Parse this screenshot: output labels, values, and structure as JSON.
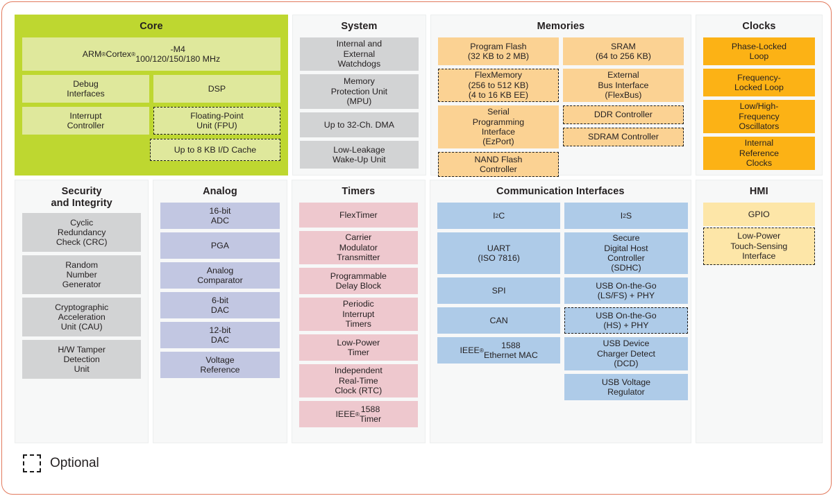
{
  "diagram": {
    "legend": {
      "swatch_name": "dashed-square-swatch",
      "label": "Optional"
    },
    "sections": {
      "core": {
        "title": "Core",
        "cpu": "ARM® Cortex®-M4\n100/120/150/180 MHz",
        "blocks": [
          {
            "label": "Debug\nInterfaces",
            "optional": false
          },
          {
            "label": "DSP",
            "optional": false
          },
          {
            "label": "Interrupt\nController",
            "optional": false
          },
          {
            "label": "Floating-Point\nUnit (FPU)",
            "optional": true
          },
          {
            "label": "Up to 8 KB I/D Cache",
            "optional": true
          }
        ]
      },
      "system": {
        "title": "System",
        "blocks": [
          {
            "label": "Internal and\nExternal\nWatchdogs",
            "optional": false
          },
          {
            "label": "Memory\nProtection Unit\n(MPU)",
            "optional": false
          },
          {
            "label": "Up to 32-Ch. DMA",
            "optional": false
          },
          {
            "label": "Low-Leakage\nWake-Up Unit",
            "optional": false
          }
        ]
      },
      "memories": {
        "title": "Memories",
        "left_blocks": [
          {
            "label": "Program Flash\n(32 KB to 2 MB)",
            "optional": false
          },
          {
            "label": "FlexMemory\n(256 to 512 KB)\n(4 to 16 KB EE)",
            "optional": true
          },
          {
            "label": "Serial\nProgramming\nInterface\n(EzPort)",
            "optional": false
          },
          {
            "label": "NAND Flash\nController",
            "optional": true
          }
        ],
        "right_blocks": [
          {
            "label": "SRAM\n(64 to 256 KB)",
            "optional": false
          },
          {
            "label": "External\nBus Interface\n(FlexBus)",
            "optional": false
          },
          {
            "label": "DDR Controller",
            "optional": true
          },
          {
            "label": "SDRAM Controller",
            "optional": true
          }
        ]
      },
      "clocks": {
        "title": "Clocks",
        "blocks": [
          {
            "label": "Phase-Locked\nLoop",
            "optional": false
          },
          {
            "label": "Frequency-\nLocked Loop",
            "optional": false
          },
          {
            "label": "Low/High-\nFrequency\nOscillators",
            "optional": false
          },
          {
            "label": "Internal\nReference\nClocks",
            "optional": false
          }
        ]
      },
      "security": {
        "title": "Security\nand Integrity",
        "blocks": [
          {
            "label": "Cyclic\nRedundancy\nCheck (CRC)",
            "optional": false
          },
          {
            "label": "Random\nNumber\nGenerator",
            "optional": false
          },
          {
            "label": "Cryptographic\nAcceleration\nUnit (CAU)",
            "optional": false
          },
          {
            "label": "H/W Tamper\nDetection\nUnit",
            "optional": false
          }
        ]
      },
      "analog": {
        "title": "Analog",
        "blocks": [
          {
            "label": "16-bit\nADC",
            "optional": false
          },
          {
            "label": "PGA",
            "optional": false
          },
          {
            "label": "Analog\nComparator",
            "optional": false
          },
          {
            "label": "6-bit\nDAC",
            "optional": false
          },
          {
            "label": "12-bit\nDAC",
            "optional": false
          },
          {
            "label": "Voltage\nReference",
            "optional": false
          }
        ]
      },
      "timers": {
        "title": "Timers",
        "blocks": [
          {
            "label": "FlexTimer",
            "optional": false
          },
          {
            "label": "Carrier\nModulator\nTransmitter",
            "optional": false
          },
          {
            "label": "Programmable\nDelay Block",
            "optional": false
          },
          {
            "label": "Periodic\nInterrupt\nTimers",
            "optional": false
          },
          {
            "label": "Low-Power\nTimer",
            "optional": false
          },
          {
            "label": "Independent\nReal-Time\nClock (RTC)",
            "optional": false
          },
          {
            "label": "IEEE® 1588\nTimer",
            "optional": false
          }
        ]
      },
      "communication": {
        "title": "Communication Interfaces",
        "left_blocks": [
          {
            "label": "I²C",
            "optional": false
          },
          {
            "label": "UART\n(ISO 7816)",
            "optional": false
          },
          {
            "label": "SPI",
            "optional": false
          },
          {
            "label": "CAN",
            "optional": false
          },
          {
            "label": "IEEE® 1588\nEthernet MAC",
            "optional": false
          }
        ],
        "right_blocks": [
          {
            "label": "I²S",
            "optional": false
          },
          {
            "label": "Secure\nDigital Host\nController\n(SDHC)",
            "optional": false
          },
          {
            "label": "USB On-the-Go\n(LS/FS) + PHY",
            "optional": false
          },
          {
            "label": "USB On-the-Go\n(HS) + PHY",
            "optional": true
          },
          {
            "label": "USB Device\nCharger Detect\n(DCD)",
            "optional": false
          },
          {
            "label": "USB Voltage\nRegulator",
            "optional": false
          }
        ]
      },
      "hmi": {
        "title": "HMI",
        "blocks": [
          {
            "label": "GPIO",
            "optional": false
          },
          {
            "label": "Low-Power\nTouch-Sensing\nInterface",
            "optional": true
          }
        ]
      }
    },
    "colors": {
      "card_border": "#e2795c",
      "panel_bg": "#f7f8f8",
      "core_panel": "#bed730",
      "core_block": "#dfe89c",
      "system_block": "#d2d3d4",
      "memory_block": "#fbd293",
      "clock_block": "#fcb215",
      "security_block": "#d2d3d4",
      "analog_block": "#c2c7e2",
      "timer_block": "#eec8ce",
      "comm_block": "#aecbe8",
      "hmi_block": "#fde6a8",
      "text": "#231f20"
    }
  }
}
